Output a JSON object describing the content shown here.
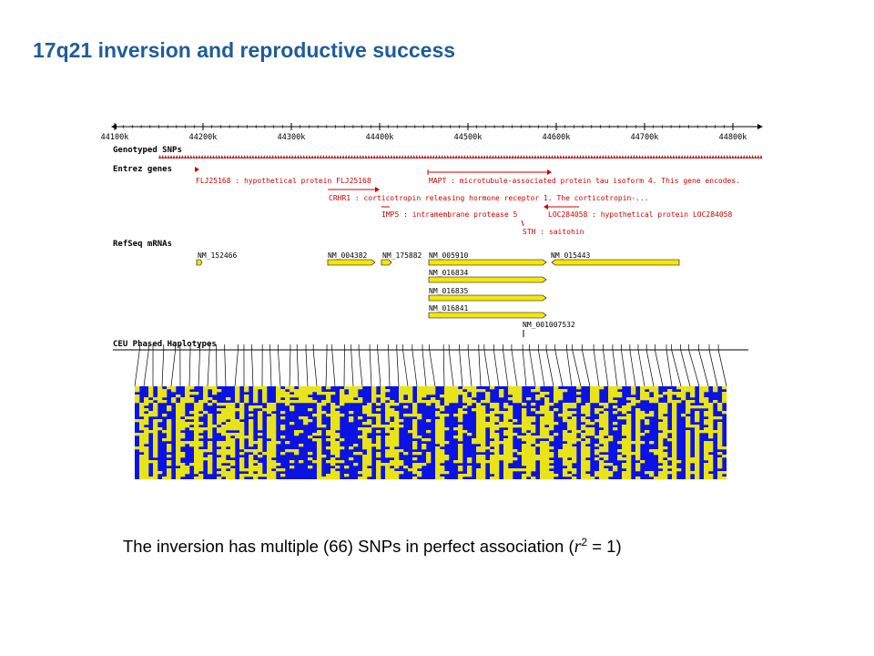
{
  "slide": {
    "title": "17q21 inversion and reproductive success"
  },
  "browser": {
    "ruler_ticks": [
      "44100k",
      "44200k",
      "44300k",
      "44400k",
      "44500k",
      "44600k",
      "44700k",
      "44800k"
    ],
    "tracks": {
      "snps": "Genotyped SNPs",
      "genes": "Entrez genes",
      "mrnas": "RefSeq mRNAs",
      "haplotypes": "CEU Phased Haplotypes"
    },
    "genes": [
      "FLJ25168 : hypothetical protein FLJ25168",
      "MAPT : microtubule-associated protein tau isoform 4. This gene encodes.",
      "CRHR1 : corticotropin releasing hormone receptor 1. The corticotropin-...",
      "IMP5 : intramembrane protease 5",
      "LOC284058 : hypothetical protein LOC284058",
      "STH : saitohin"
    ],
    "mrnas": [
      "NM_152466",
      "NM_004382",
      "NM_175882",
      "NM_005910",
      "NM_015443",
      "NM_016834",
      "NM_016835",
      "NM_016841",
      "NM_001007532"
    ],
    "colors": {
      "snp_marker": "#b22222",
      "gene": "#cc0000",
      "mrna_fill": "#f5e60a",
      "hap_blue": "#0a12e6",
      "hap_yellow": "#e9e417",
      "title": "#1f5c99"
    }
  },
  "caption": {
    "prefix": "The inversion has multiple (66) SNPs in perfect association (",
    "symbol": "r",
    "exponent": "2",
    "suffix": " = 1)"
  }
}
